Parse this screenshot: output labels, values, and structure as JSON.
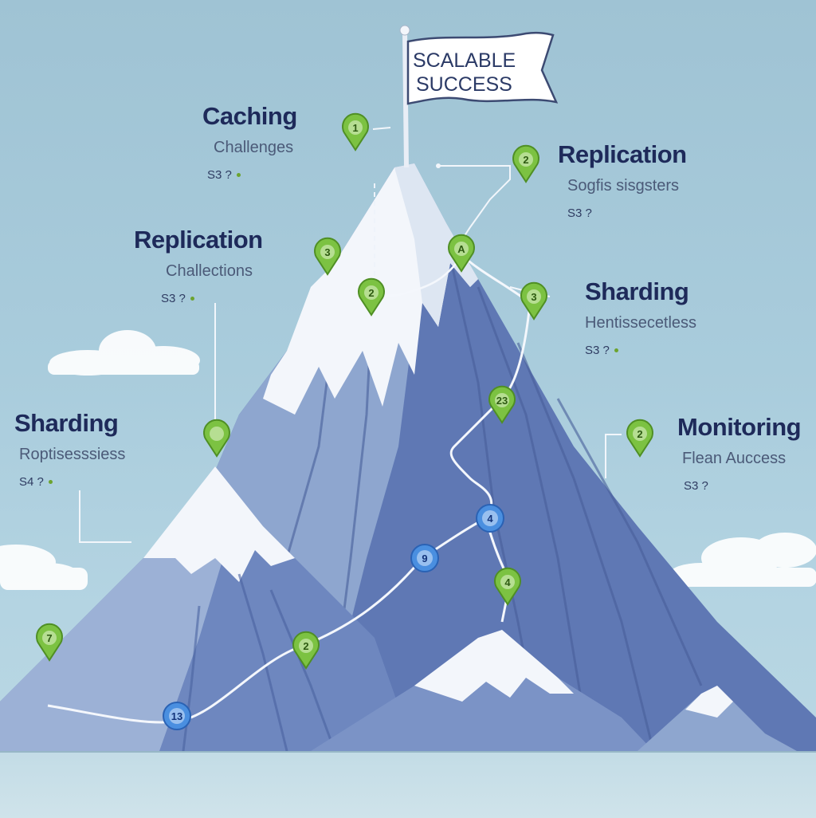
{
  "flag": {
    "line1": "SCALABLE",
    "line2": "SUCCESS"
  },
  "labels": [
    {
      "key": "caching",
      "title": "Caching",
      "subtitle": "Challenges",
      "meta": "S3 ?"
    },
    {
      "key": "replication-right",
      "title": "Replication",
      "subtitle": "Sogfis sisgsters",
      "meta": "S3 ?"
    },
    {
      "key": "replication-left",
      "title": "Replication",
      "subtitle": "Challections",
      "meta": "S3 ?"
    },
    {
      "key": "sharding-right",
      "title": "Sharding",
      "subtitle": "Hentissecetless",
      "meta": "S3 ?"
    },
    {
      "key": "sharding-left",
      "title": "Sharding",
      "subtitle": "Roptisesssiess",
      "meta": "S4 ?"
    },
    {
      "key": "monitoring",
      "title": "Monitoring",
      "subtitle": "Flean Auccess",
      "meta": "S3 ?"
    }
  ],
  "markers": [
    {
      "name": "marker-caching",
      "label": "1",
      "color": "green"
    },
    {
      "name": "marker-replication-right",
      "label": "2",
      "color": "green"
    },
    {
      "name": "marker-replication-left",
      "label": "3",
      "color": "green"
    },
    {
      "name": "marker-summit-a",
      "label": "A",
      "color": "green"
    },
    {
      "name": "marker-peak-2",
      "label": "2",
      "color": "green"
    },
    {
      "name": "marker-sharding-right",
      "label": "3",
      "color": "green"
    },
    {
      "name": "marker-sharding-left",
      "label": "",
      "color": "green"
    },
    {
      "name": "marker-mid-23",
      "label": "23",
      "color": "green"
    },
    {
      "name": "marker-monitoring",
      "label": "2",
      "color": "green"
    },
    {
      "name": "marker-blue-4",
      "label": "4",
      "color": "blue"
    },
    {
      "name": "marker-blue-9",
      "label": "9",
      "color": "blue"
    },
    {
      "name": "marker-green-4",
      "label": "4",
      "color": "green"
    },
    {
      "name": "marker-left-7",
      "label": "7",
      "color": "green"
    },
    {
      "name": "marker-low-2",
      "label": "2",
      "color": "green"
    },
    {
      "name": "marker-blue-13",
      "label": "13",
      "color": "blue"
    }
  ],
  "colors": {
    "green": "#7cc242",
    "green_dark": "#4f8f24",
    "blue": "#4a8fe0",
    "blue_dark": "#2a62b4",
    "title_text": "#1e2a5a"
  }
}
